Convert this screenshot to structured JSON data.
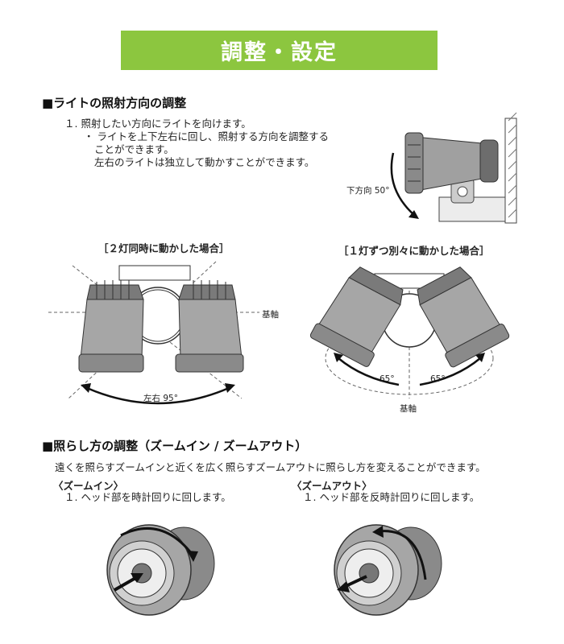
{
  "banner": {
    "title": "調整・設定"
  },
  "section1": {
    "heading": "■ライトの照射方向の調整",
    "step1": "１. 照射したい方向にライトを向けます。",
    "bullet_line1": "・ ライトを上下左右に回し、照射する方向を調整する",
    "bullet_line2": "ことができます。",
    "bullet_line3": "左右のライトは独立して動かすことができます。",
    "side_angle_label": "下方向 50°",
    "diagram_left_caption": "［２灯同時に動かした場合］",
    "diagram_right_caption": "［１灯ずつ別々に動かした場合］",
    "axis_label": "基軸",
    "left_angle_label": "左右 95°",
    "right_angle_left": "65°",
    "right_angle_right": "65°",
    "axis_label_bottom": "基軸"
  },
  "section2": {
    "heading": "■照らし方の調整（ズームイン / ズームアウト）",
    "intro": "遠くを照らすズームインと近くを広く照らすズームアウトに照らし方を変えることができます。",
    "zoom_in": {
      "title": "〈ズームイン〉",
      "step": "１. ヘッド部を時計回りに回します。"
    },
    "zoom_out": {
      "title": "〈ズームアウト〉",
      "step": "１. ヘッド部を反時計回りに回します。"
    }
  },
  "colors": {
    "accent": "#8cc63f",
    "lamp_body": "#8a8a8a",
    "lamp_light": "#d9d9d9",
    "lamp_dark": "#4a4a4a"
  }
}
